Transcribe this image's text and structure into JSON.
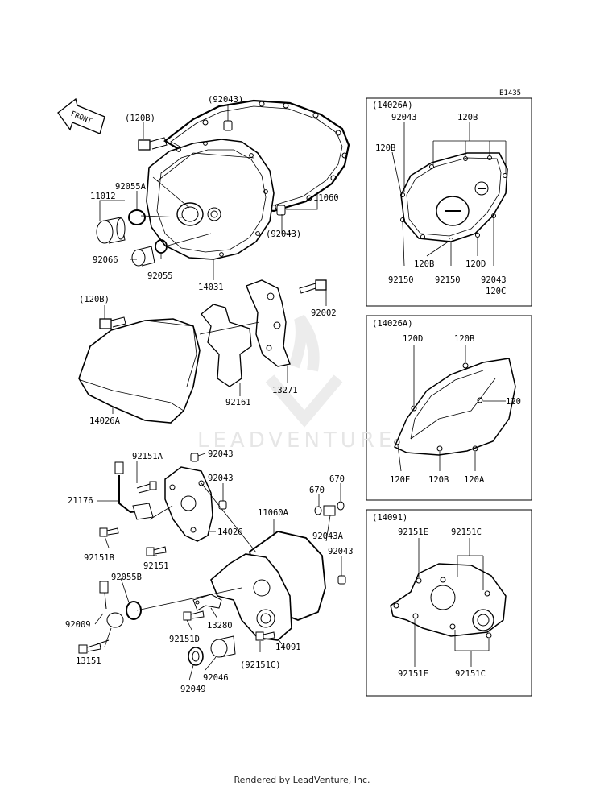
{
  "diagram": {
    "code": "E1435",
    "front": "FRONT",
    "watermark": "LEADVENTURE",
    "footer": "Rendered by LeadVenture, Inc.",
    "labels": {
      "p92043_top": "(92043)",
      "p120B_top": "(120B)",
      "p92055A": "92055A",
      "p11012": "11012",
      "p11060": "11060",
      "p92043_mid": "(92043)",
      "p92066": "92066",
      "p92055": "92055",
      "p14031": "14031",
      "p120B_mid": "(120B)",
      "p92002": "92002",
      "p14026A": "14026A",
      "p92161": "92161",
      "p13271": "13271",
      "p92151A": "92151A",
      "p92043_a": "92043",
      "p21176": "21176",
      "p92043_b": "92043",
      "p14026": "14026",
      "p92151B": "92151B",
      "p92151": "92151",
      "p670a": "670",
      "p670b": "670",
      "p11060A": "11060A",
      "p92043A": "92043A",
      "p92043_c": "92043",
      "p92055B": "92055B",
      "p92009": "92009",
      "p13151": "13151",
      "p13280": "13280",
      "p92151D": "92151D",
      "p92046": "92046",
      "p92049": "92049",
      "p92151C": "(92151C)",
      "p14091": "14091"
    },
    "box1": {
      "ref": "(14026A)",
      "l92043": "92043",
      "l120B_top": "120B",
      "l120B_left": "120B",
      "l92150a": "92150",
      "l120B_bot": "120B",
      "l92150b": "92150",
      "l120D": "120D",
      "l92043b": "92043",
      "l120C": "120C"
    },
    "box2": {
      "ref": "(14026A)",
      "l120D": "120D",
      "l120B_top": "120B",
      "l120": "120",
      "l120E": "120E",
      "l120B_bot": "120B",
      "l120A": "120A"
    },
    "box3": {
      "ref": "(14091)",
      "l92151E_top": "92151E",
      "l92151C_top": "92151C",
      "l92151E_bot": "92151E",
      "l92151C_bot": "92151C"
    }
  }
}
